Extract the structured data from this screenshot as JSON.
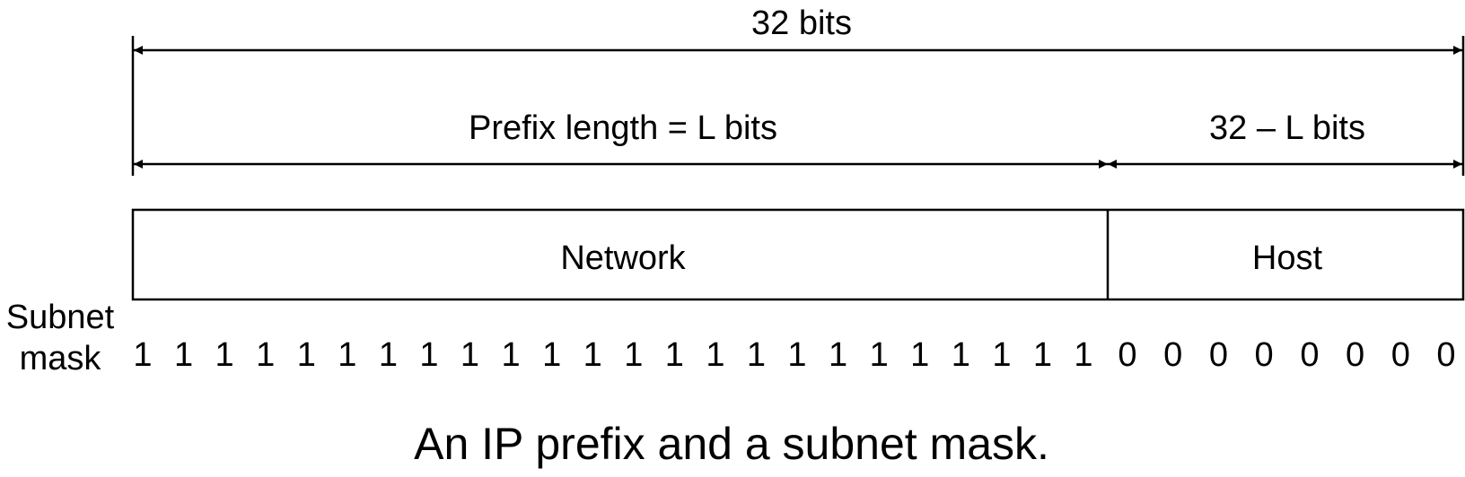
{
  "total_label": "32 bits",
  "prefix_label": "Prefix length = L bits",
  "host_len_label": "32 – L bits",
  "fields": {
    "network": "Network",
    "host": "Host"
  },
  "mask": {
    "label_line1": "Subnet",
    "label_line2": "mask",
    "bits": [
      "1",
      "1",
      "1",
      "1",
      "1",
      "1",
      "1",
      "1",
      "1",
      "1",
      "1",
      "1",
      "1",
      "1",
      "1",
      "1",
      "1",
      "1",
      "1",
      "1",
      "1",
      "1",
      "1",
      "1",
      "0",
      "0",
      "0",
      "0",
      "0",
      "0",
      "0",
      "0"
    ]
  },
  "caption": "An IP prefix and a subnet mask."
}
